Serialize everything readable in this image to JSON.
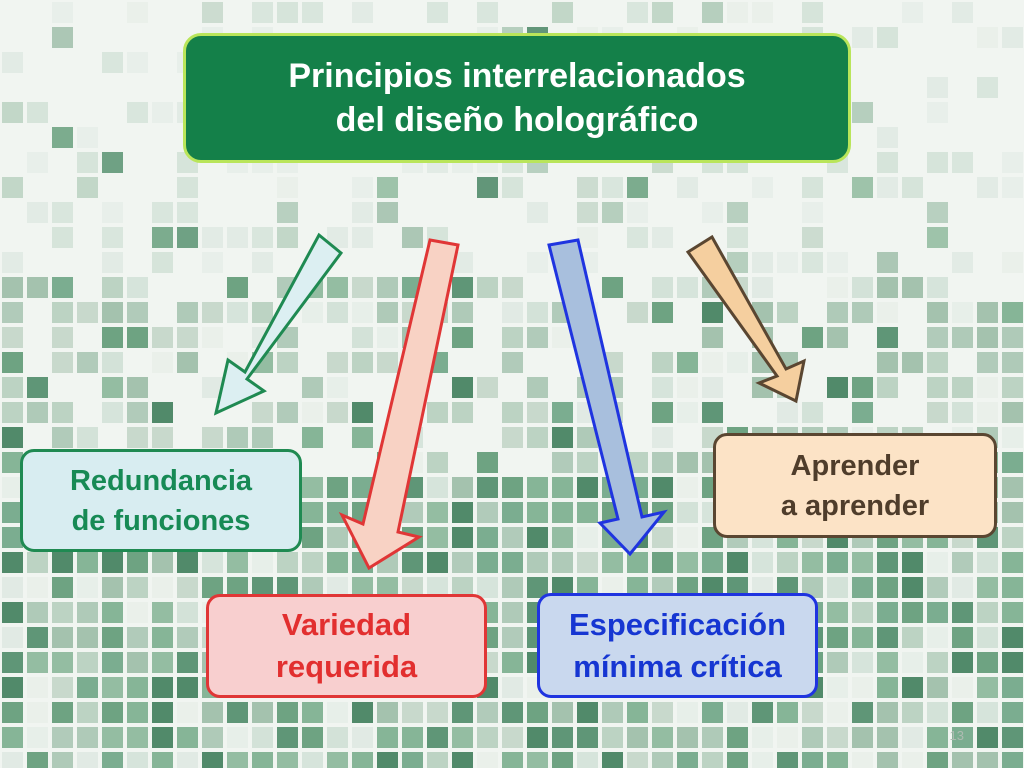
{
  "title": {
    "line1": "Principios interrelacionados",
    "line2": "del diseño holográfico"
  },
  "principles": {
    "redundancia": {
      "line1": "Redundancia",
      "line2": "de funciones"
    },
    "variedad": {
      "line1": "Variedad",
      "line2": "requerida"
    },
    "especificacion": {
      "line1": "Especificación",
      "line2": "mínima crítica"
    },
    "aprender": {
      "line1": "Aprender",
      "line2": "a aprender"
    }
  },
  "page_number": "13",
  "colors": {
    "title_fill": "#148049",
    "title_border": "#b9e55a",
    "redundancia_fill": "#d8edf1",
    "redundancia_text": "#178a55",
    "variedad_fill": "#f8cfcf",
    "variedad_text": "#e22f2f",
    "especificacion_fill": "#c9d8ee",
    "especificacion_text": "#1636d2",
    "aprender_fill": "#fce3c6",
    "aprender_text": "#4f3d2b"
  }
}
